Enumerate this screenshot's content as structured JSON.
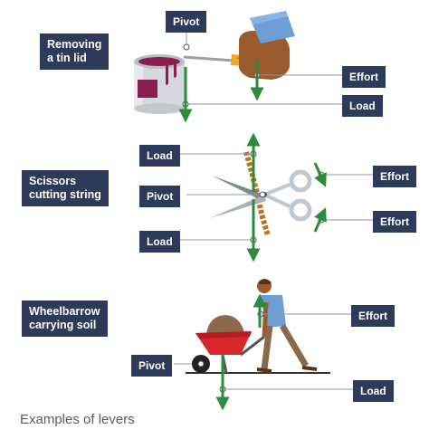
{
  "examples": {
    "tin": {
      "title": "Removing\na tin lid",
      "pivot": "Pivot",
      "effort": "Effort",
      "load": "Load"
    },
    "scissors": {
      "title": "Scissors\ncutting string",
      "load_top": "Load",
      "pivot": "Pivot",
      "load_bottom": "Load",
      "effort_top": "Effort",
      "effort_bottom": "Effort"
    },
    "wheelbarrow": {
      "title": "Wheelbarrow\ncarrying soil",
      "effort": "Effort",
      "pivot": "Pivot",
      "load": "Load"
    }
  },
  "caption": "Examples of levers",
  "colors": {
    "label_bg": "#2d3a5a",
    "arrow": "#2e8b3e",
    "leader": "#8c96a8"
  }
}
